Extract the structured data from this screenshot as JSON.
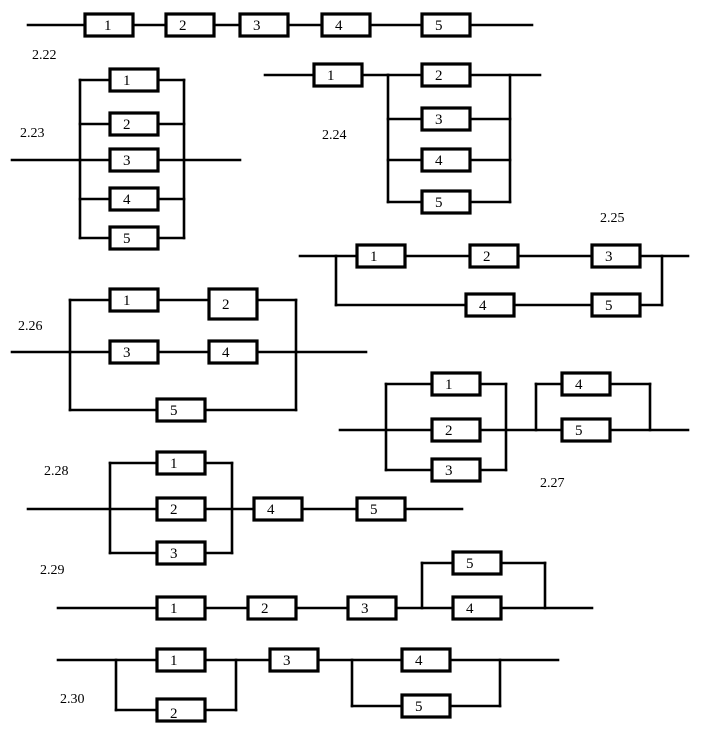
{
  "labels": {
    "d222": "2.22",
    "d223": "2.23",
    "d224": "2.24",
    "d225": "2.25",
    "d226": "2.26",
    "d227": "2.27",
    "d228": "2.28",
    "d229": "2.29",
    "d230": "2.30"
  },
  "elements": {
    "e1": "1",
    "e2": "2",
    "e3": "3",
    "e4": "4",
    "e5": "5"
  }
}
